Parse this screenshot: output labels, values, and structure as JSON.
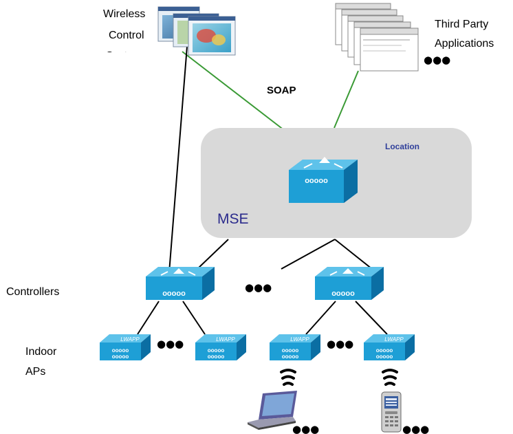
{
  "labels": {
    "wcs": [
      "Wireless",
      "Control",
      "System"
    ],
    "third_party": [
      "Third Party",
      "Applications"
    ],
    "soap": "SOAP",
    "location": "Location",
    "mse": "MSE",
    "controllers": "Controllers",
    "indoor_aps": [
      "Indoor",
      "APs"
    ],
    "lwapp": "LWAPP",
    "ellipsis": "●●●"
  },
  "colors": {
    "soap_line": "#3a9a35",
    "wire_line": "#000000",
    "mse_box": "#d9d9d9",
    "mse_text": "#2b2b8c",
    "location_text": "#2f3f9a",
    "device_blue": "#1e9fd6",
    "device_dark": "#0b6ea3"
  },
  "icons": {
    "wcs_screens": "screenshot-stack-icon",
    "app_windows": "app-window-stack-icon",
    "mse_appliance": "mse-appliance-icon",
    "controller": "wireless-lan-controller-icon",
    "access_point": "lwapp-access-point-icon",
    "wireless": "wireless-signal-icon",
    "laptop": "laptop-icon",
    "phone": "mobile-phone-icon"
  }
}
